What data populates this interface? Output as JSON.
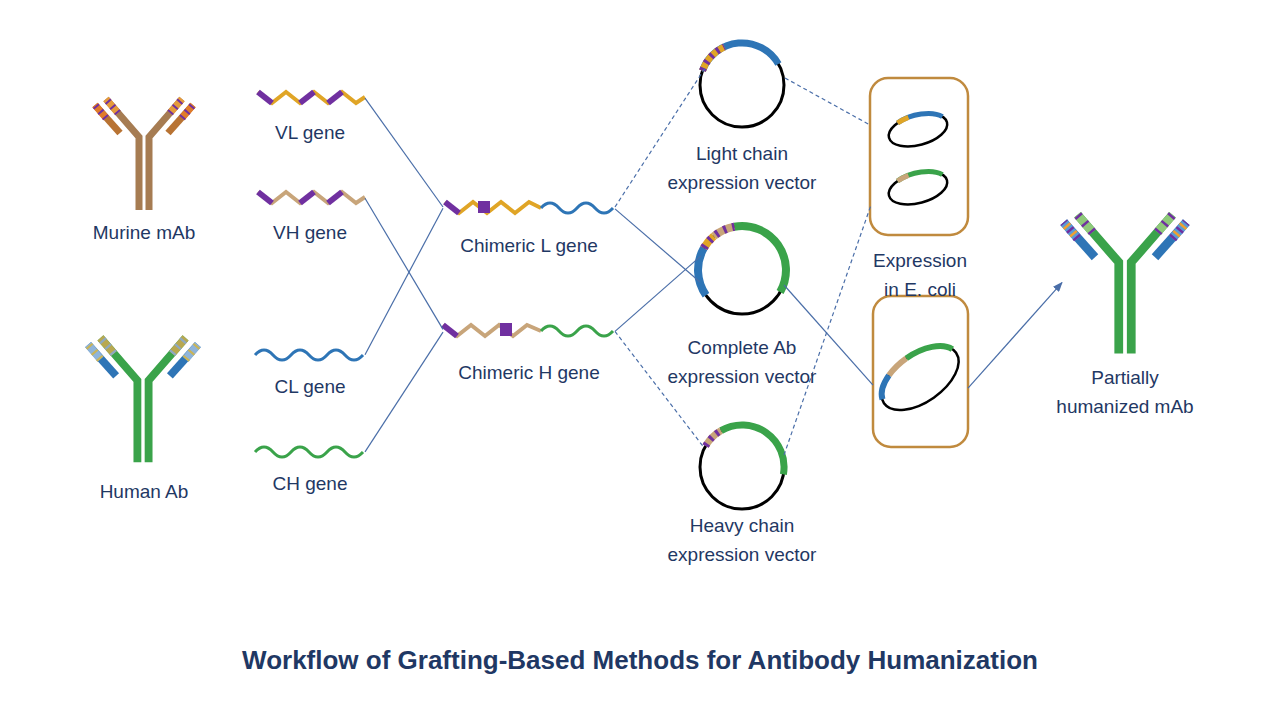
{
  "diagram": {
    "title": "Workflow of Grafting-Based Methods for Antibody Humanization",
    "nodes": [
      {
        "text": [
          "Murine mAb"
        ]
      },
      {
        "text": [
          "Human Ab"
        ]
      },
      {
        "text": [
          "VL gene"
        ]
      },
      {
        "text": [
          "VH gene"
        ]
      },
      {
        "text": [
          "CL gene"
        ]
      },
      {
        "text": [
          "CH gene"
        ]
      },
      {
        "text": [
          "Chimeric L gene"
        ]
      },
      {
        "text": [
          "Chimeric H gene"
        ]
      },
      {
        "text": [
          "Light chain expression vector"
        ]
      },
      {
        "text": [
          "Complete Ab expression vector"
        ]
      },
      {
        "text": [
          "Heavy chain expression vector"
        ]
      },
      {
        "text": [
          "Expression in E. coli"
        ]
      },
      {
        "text": [
          "Partially humanized mAb"
        ]
      }
    ],
    "edges": [
      {
        "from": 2,
        "to": 6,
        "arrow": "none"
      },
      {
        "from": 4,
        "to": 6,
        "arrow": "none"
      },
      {
        "from": 3,
        "to": 7,
        "arrow": "none"
      },
      {
        "from": 5,
        "to": 7,
        "arrow": "none"
      },
      {
        "from": 6,
        "to": 8,
        "arrow": "none"
      },
      {
        "from": 6,
        "to": 9,
        "arrow": "none"
      },
      {
        "from": 7,
        "to": 9,
        "arrow": "none"
      },
      {
        "from": 7,
        "to": 10,
        "arrow": "none"
      },
      {
        "from": 9,
        "to": 11,
        "arrow": "none"
      },
      {
        "from": 11,
        "to": 12,
        "arrow": "to"
      }
    ]
  }
}
